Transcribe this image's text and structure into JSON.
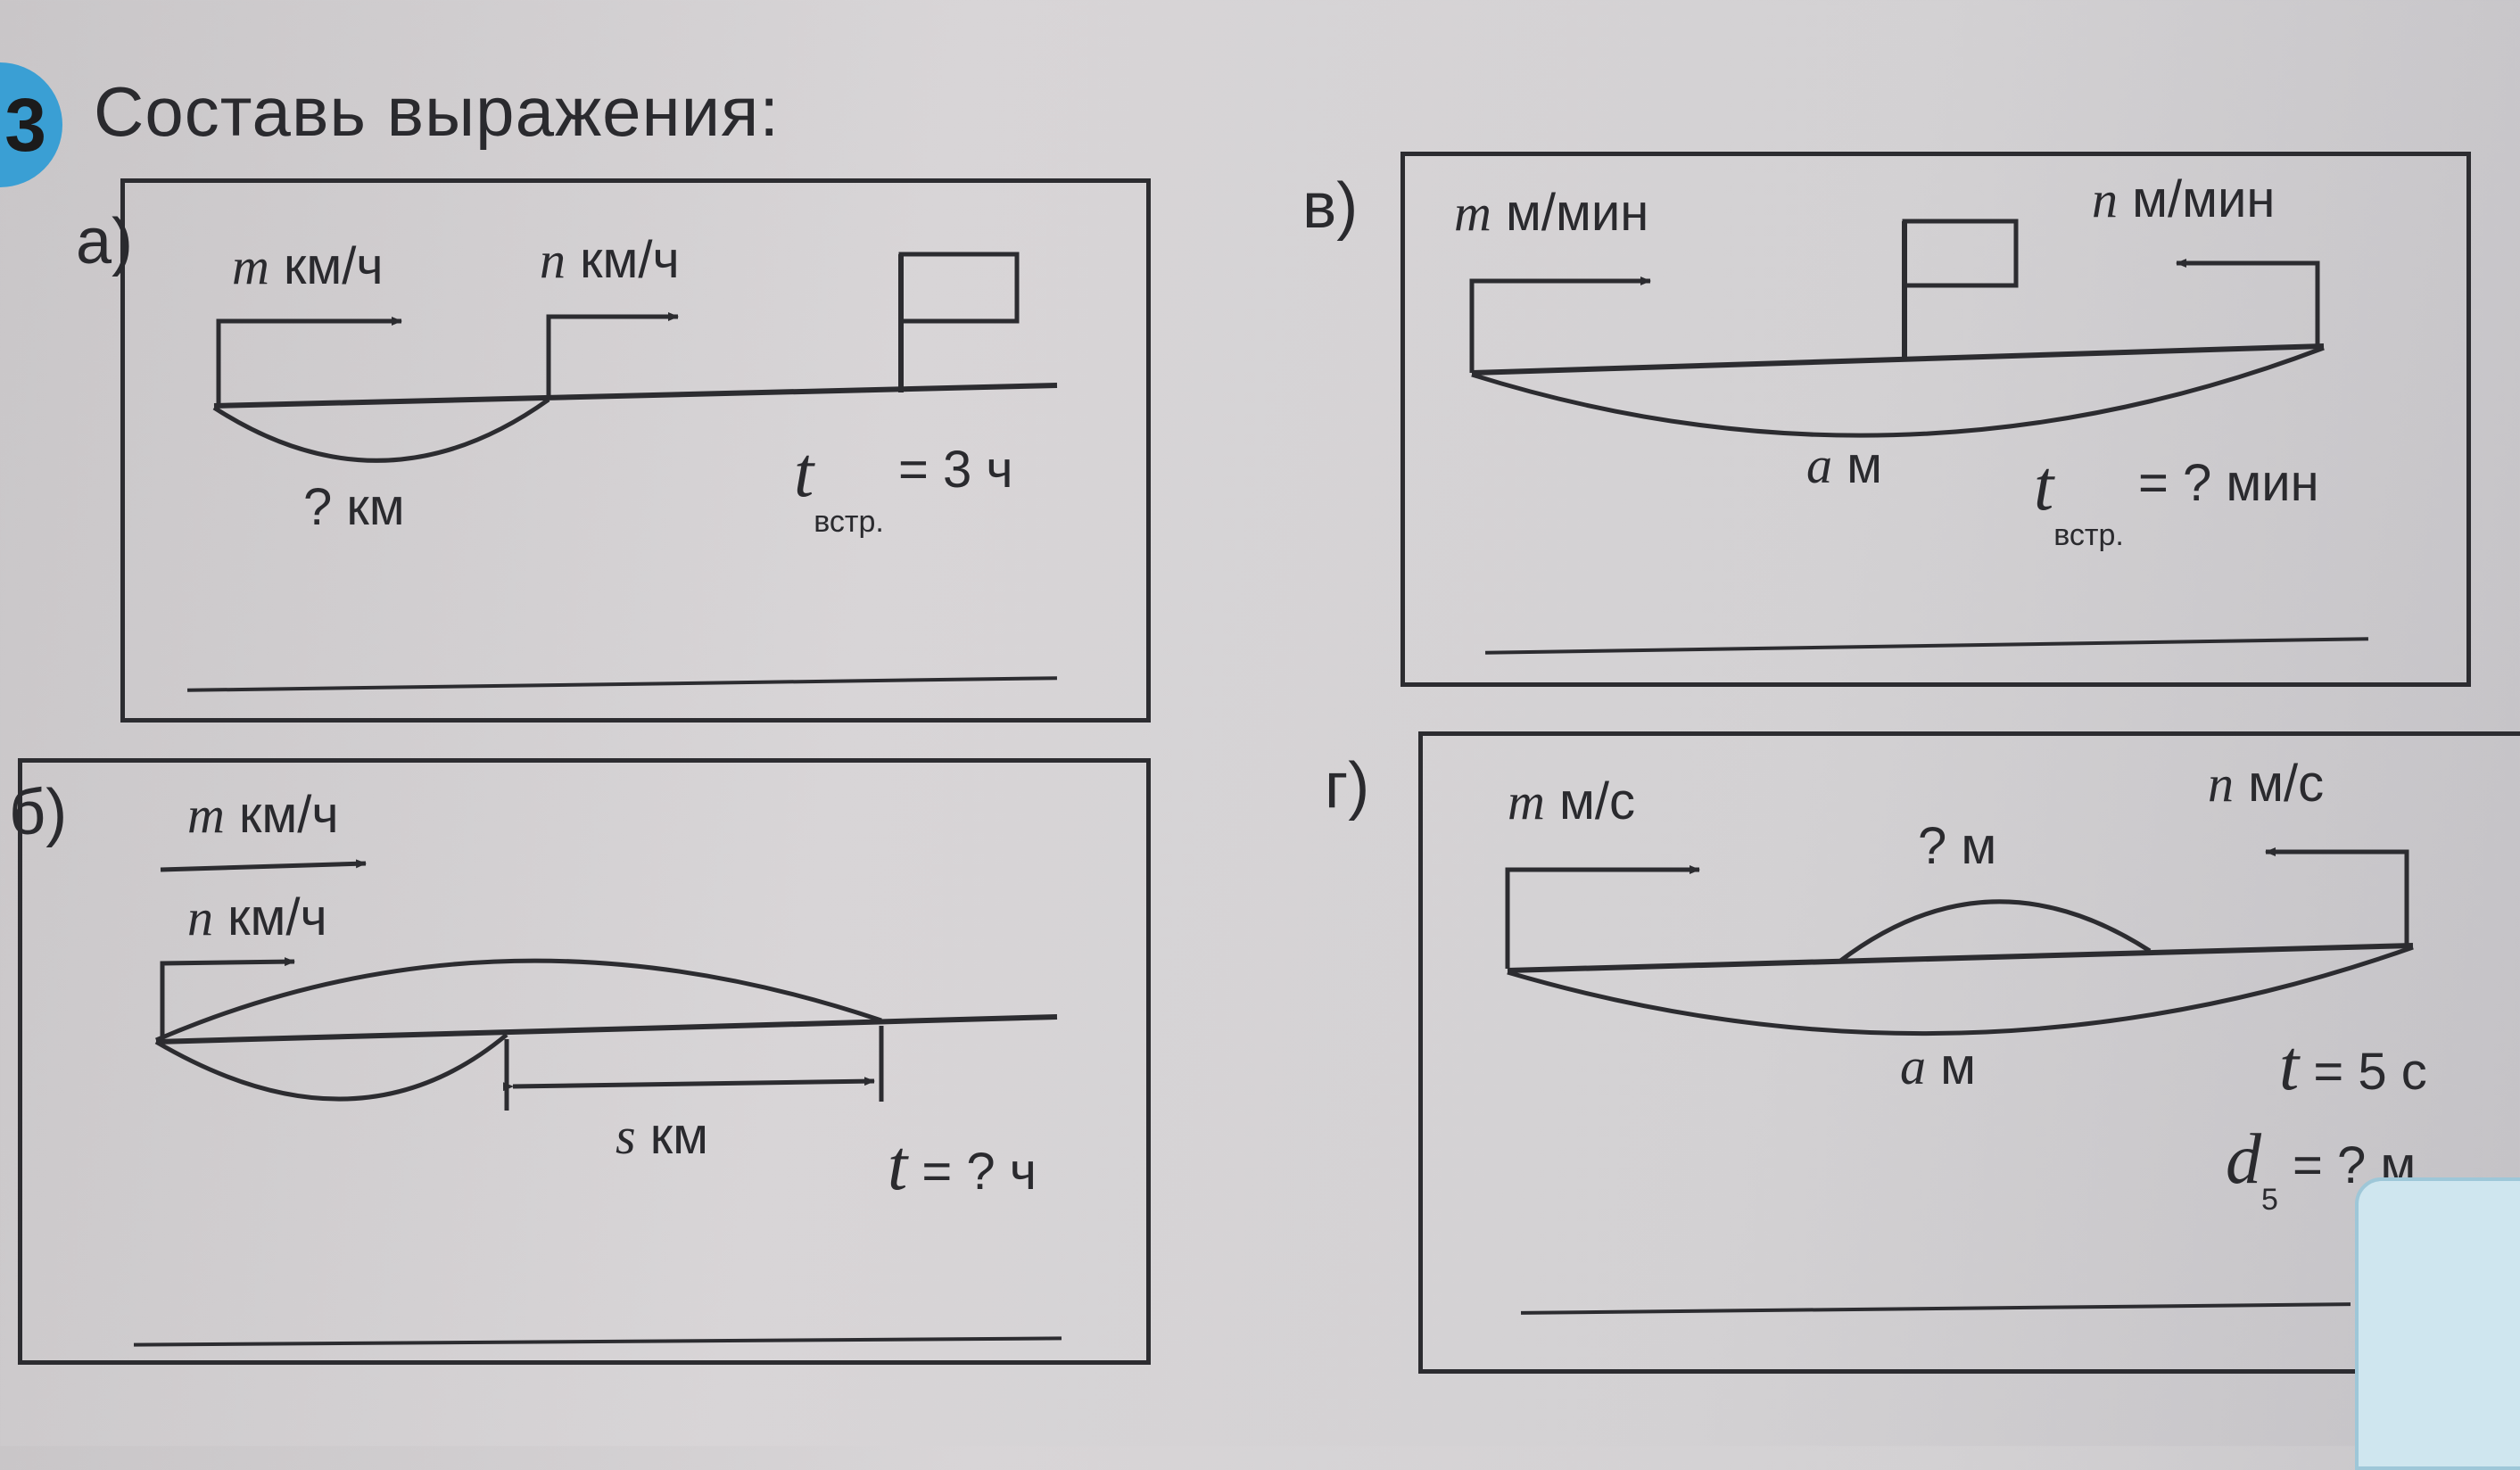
{
  "task": {
    "number": "3",
    "title": "Составь выражения:"
  },
  "parts": {
    "a": {
      "label": "а)",
      "speed1_var": "m",
      "speed1_unit": " км/ч",
      "speed2_var": "n",
      "speed2_unit": " км/ч",
      "distance": "? км",
      "time_var": "t",
      "time_sub": "встр.",
      "time_val": "= 3 ч"
    },
    "b": {
      "label": "б)",
      "speed1_var": "m",
      "speed1_unit": " км/ч",
      "speed2_var": "n",
      "speed2_unit": " км/ч",
      "distance_var": "s",
      "distance_unit": " км",
      "time_var": "t",
      "time_val": " = ? ч"
    },
    "v": {
      "label": "в)",
      "speed1_var": "m",
      "speed1_unit": " м/мин",
      "speed2_var": "n",
      "speed2_unit": " м/мин",
      "distance_var": "a",
      "distance_unit": " м",
      "time_var": "t",
      "time_sub": "встр.",
      "time_val": "= ? мин"
    },
    "g": {
      "label": "г)",
      "speed1_var": "m",
      "speed1_unit": " м/с",
      "speed2_var": "n",
      "speed2_unit": " м/с",
      "gap": "? м",
      "distance_var": "a",
      "distance_unit": " м",
      "time_var": "t",
      "time_val": " = 5 с",
      "d_var": "d",
      "d_sub": "5",
      "d_val": " = ? м"
    }
  }
}
